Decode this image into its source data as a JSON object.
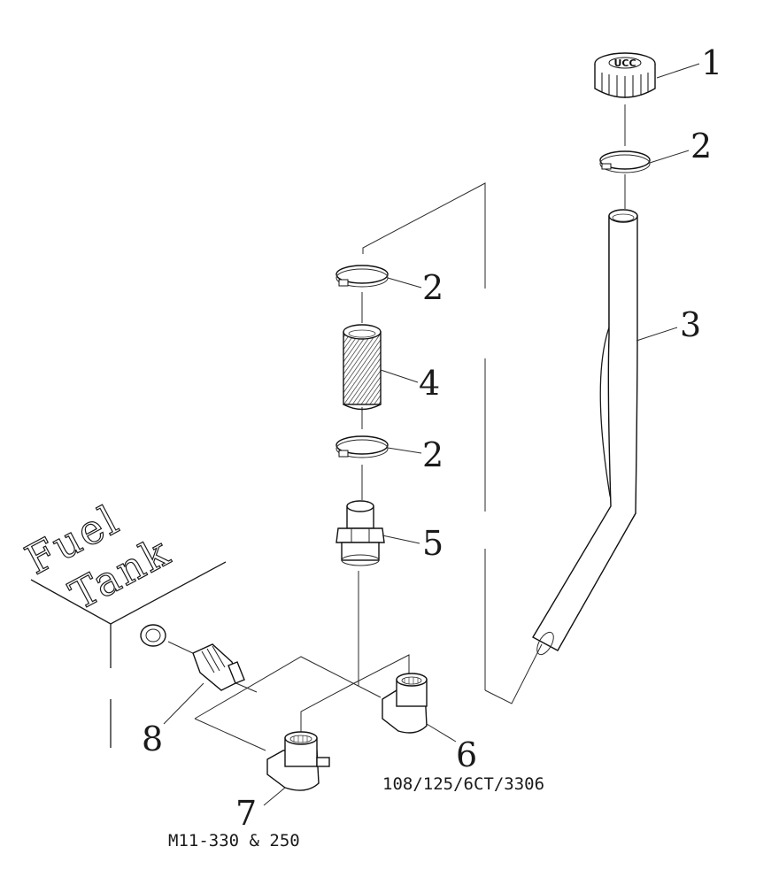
{
  "diagram": {
    "tank_label": [
      "Fuel",
      "Tank"
    ],
    "callouts": [
      "1",
      "2",
      "3",
      "2",
      "4",
      "2",
      "5",
      "6",
      "7",
      "8"
    ],
    "notes": {
      "part6_applies_to": "108/125/6CT/3306",
      "part7_applies_to": "M11-330 & 250"
    },
    "cap_logo": "UCC"
  }
}
